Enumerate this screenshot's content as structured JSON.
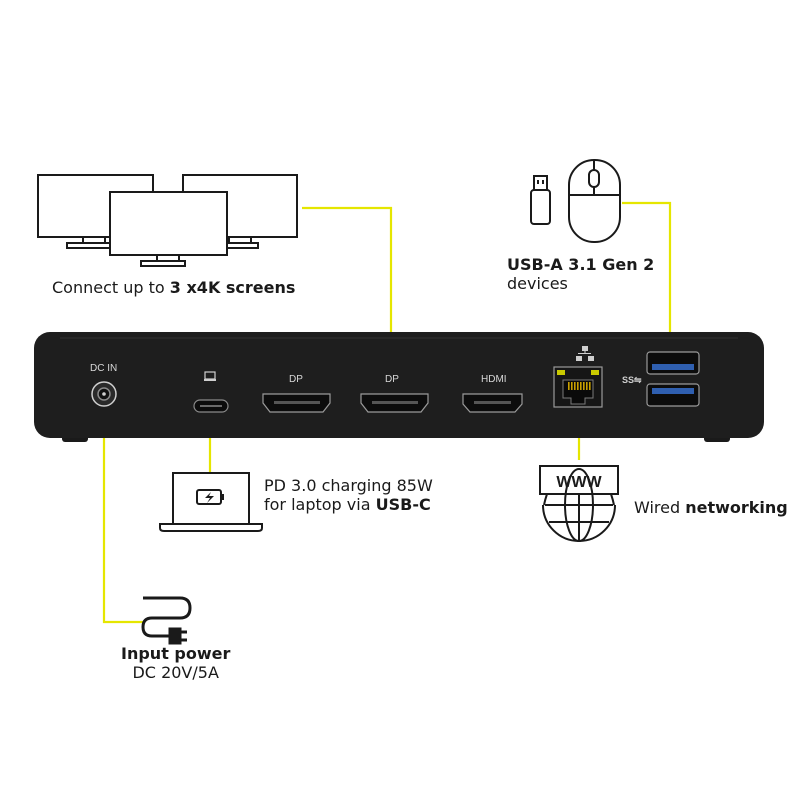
{
  "accent_color": "#e5e600",
  "device_color": "#1e1e1e",
  "ports": {
    "dc_in": "DC IN",
    "dp1": "DP",
    "dp2": "DP",
    "hdmi": "HDMI"
  },
  "callouts": {
    "screens": {
      "text": "Connect up to ",
      "bold": "3 x4K screens"
    },
    "usb_a": {
      "bold": "USB-A 3.1 Gen 2",
      "line2": "devices"
    },
    "charging": {
      "line1": "PD 3.0 charging 85W",
      "line2_text": "for laptop via ",
      "line2_bold": "USB-C"
    },
    "network": {
      "text": "Wired ",
      "bold": "networking"
    },
    "power": {
      "bold": "Input power",
      "line2": "DC 20V/5A"
    },
    "www": "WWW"
  },
  "icons": [
    "monitor-icon",
    "usb-stick-icon",
    "mouse-icon",
    "laptop-icon",
    "battery-charging-icon",
    "globe-icon",
    "power-cable-icon",
    "ethernet-icon",
    "usb-c-icon",
    "superspeed-usb-icon"
  ]
}
